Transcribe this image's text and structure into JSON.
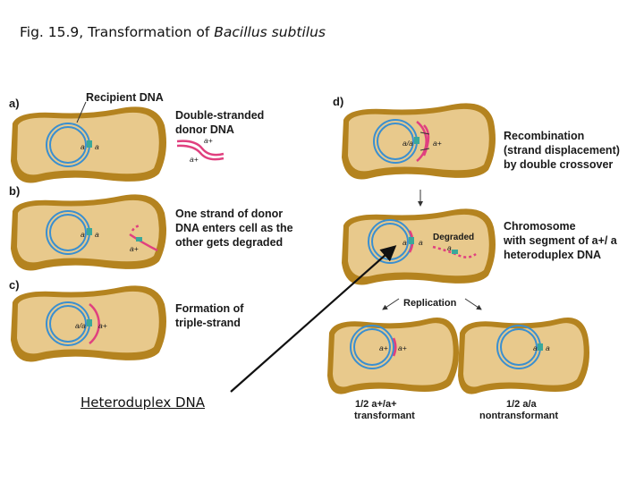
{
  "title": {
    "prefix": "Fig. 15.9, Transformation of ",
    "species": "Bacillus subtilus"
  },
  "panels": {
    "a": {
      "letter": "a)",
      "recipient_label": "Recipient DNA",
      "desc": [
        "Double-stranded",
        "donor DNA"
      ],
      "loci": [
        "a",
        "a"
      ],
      "donor_loci": [
        "a+",
        "a+"
      ]
    },
    "b": {
      "letter": "b)",
      "desc": [
        "One strand of donor",
        "DNA enters cell as the",
        "other gets degraded"
      ],
      "loci": [
        "a",
        "a"
      ],
      "donor_locus": "a+"
    },
    "c": {
      "letter": "c)",
      "desc": [
        "Formation of",
        "triple-strand"
      ],
      "loci": [
        "a/a",
        "a+"
      ]
    },
    "d": {
      "letter": "d)",
      "desc": [
        "Recombination",
        "(strand displacement)",
        "by double crossover"
      ],
      "loci": [
        "a/a",
        "a+"
      ]
    },
    "e": {
      "desc": [
        "Chromosome",
        "with segment of a+/ a",
        "heteroduplex DNA"
      ],
      "loci": [
        "a",
        "a"
      ],
      "degraded_label": "Degraded",
      "degraded_locus": "a"
    },
    "replication_label": "Replication",
    "left_daughter": {
      "loci": [
        "a+",
        "a+"
      ],
      "fraction": "1/2 a+/a+",
      "type": "transformant"
    },
    "right_daughter": {
      "loci": [
        "a",
        "a"
      ],
      "fraction": "1/2 a/a",
      "type": "nontransformant"
    }
  },
  "annotation": "Heteroduplex DNA",
  "colors": {
    "cell_fill": "#e8c98c",
    "cell_rim": "#b4831f",
    "dna_blue": "#3a8fd0",
    "donor_pink": "#e0407f",
    "teal": "#3aa89a"
  }
}
